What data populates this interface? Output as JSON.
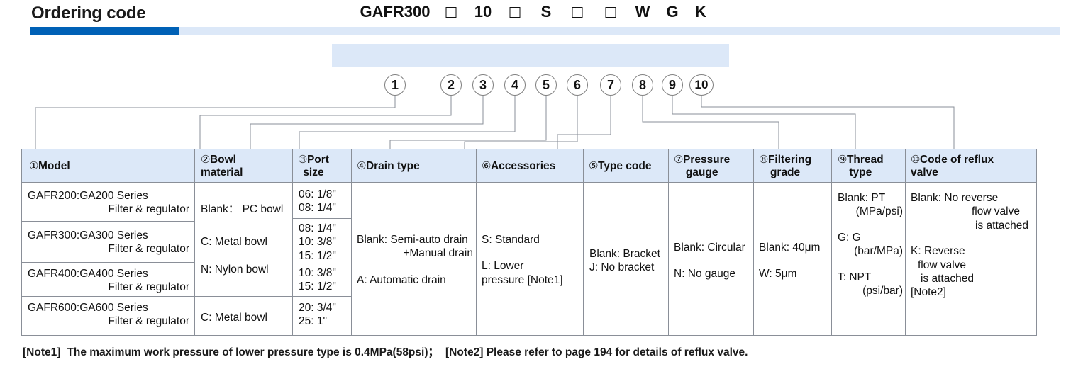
{
  "page": {
    "title": "Ordering code",
    "accent_dark": "#0061b6",
    "accent_light": "#dce8f8"
  },
  "ordering_code": {
    "tokens": [
      {
        "type": "text",
        "value": "GAFR300"
      },
      {
        "type": "box",
        "value": "□"
      },
      {
        "type": "text",
        "value": "10"
      },
      {
        "type": "box",
        "value": "□"
      },
      {
        "type": "text",
        "value": "S"
      },
      {
        "type": "box",
        "value": "□"
      },
      {
        "type": "box",
        "value": "□"
      },
      {
        "type": "text",
        "value": "W"
      },
      {
        "type": "text",
        "value": "G"
      },
      {
        "type": "text",
        "value": "K"
      }
    ],
    "callouts": [
      "1",
      "2",
      "3",
      "4",
      "5",
      "6",
      "7",
      "8",
      "9",
      "10"
    ]
  },
  "table": {
    "headers": [
      {
        "num": "①",
        "lines": [
          "Model"
        ]
      },
      {
        "num": "②",
        "lines": [
          "Bowl",
          "material"
        ]
      },
      {
        "num": "③",
        "lines": [
          "Port",
          "size"
        ]
      },
      {
        "num": "④",
        "lines": [
          "Drain type"
        ]
      },
      {
        "num": "⑤",
        "lines": [
          "Type code"
        ]
      },
      {
        "num": "⑥",
        "lines": [
          "Accessories"
        ]
      },
      {
        "num": "⑦",
        "lines": [
          "Pressure",
          "gauge"
        ]
      },
      {
        "num": "⑧",
        "lines": [
          "Filtering",
          "grade"
        ]
      },
      {
        "num": "⑨",
        "lines": [
          "Thread",
          "type"
        ]
      },
      {
        "num": "⑩",
        "lines": [
          "Code of  reflux",
          "valve"
        ]
      }
    ],
    "model_rows": [
      {
        "line1": "GAFR200:GA200 Series",
        "line2": "Filter & regulator"
      },
      {
        "line1": "GAFR300:GA300 Series",
        "line2": "Filter & regulator"
      },
      {
        "line1": "GAFR400:GA400 Series",
        "line2": "Filter & regulator"
      },
      {
        "line1": "GAFR600:GA600 Series",
        "line2": "Filter & regulator"
      }
    ],
    "bowl_material": {
      "group_a": [
        "Blank： PC bowl",
        "C: Metal bowl",
        "N: Nylon bowl"
      ],
      "group_b": [
        "C: Metal bowl"
      ]
    },
    "port_size": [
      [
        "06: 1/8\"",
        "08: 1/4\""
      ],
      [
        "08: 1/4\"",
        "10: 3/8\"",
        "15: 1/2\""
      ],
      [
        "10: 3/8\"",
        "15: 1/2\""
      ],
      [
        "20: 3/4\"",
        "25: 1\""
      ]
    ],
    "drain_type": {
      "l1": "Blank: Semi-auto drain",
      "l2": "+Manual drain",
      "l3": "A: Automatic drain"
    },
    "type_code": {
      "l1": "S: Standard",
      "l2": "L: Lower",
      "l3": "pressure [Note1]"
    },
    "accessories": {
      "l1": "Blank: Bracket",
      "l2": "J: No bracket"
    },
    "pressure_gauge": {
      "l1": "Blank: Circular",
      "l2": "N: No gauge"
    },
    "filtering_grade": {
      "l1": "Blank: 40μm",
      "l2": "W: 5μm"
    },
    "thread_type": {
      "l1": "Blank: PT",
      "l2": "(MPa/psi)",
      "l3": "G: G",
      "l4": "(bar/MPa)",
      "l5": "T: NPT",
      "l6": "(psi/bar)"
    },
    "reflux_valve": {
      "l1": "Blank: No reverse",
      "l2": "flow valve",
      "l3": "is attached",
      "l4": "K: Reverse",
      "l5": "flow valve",
      "l6": "is attached",
      "l7": "[Note2]"
    }
  },
  "notes": {
    "note1_label": "[Note1]",
    "note1_text": "The maximum work pressure of lower pressure type is 0.4MPa(58psi)；",
    "note2_label": "[Note2]",
    "note2_text": "Please refer to page 194 for details of reflux valve."
  }
}
